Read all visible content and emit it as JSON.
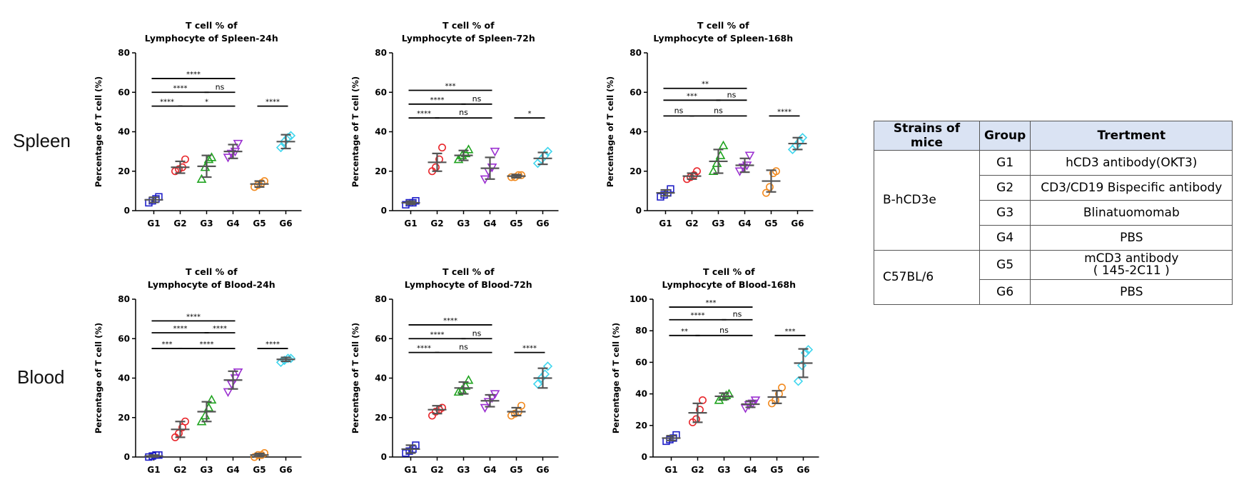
{
  "rows": {
    "spleen": "Spleen",
    "blood": "Blood"
  },
  "axis_label": "Percentage of T cell (%)",
  "group_colors": [
    "#1f1fc8",
    "#e8262b",
    "#1fa31f",
    "#9b30d0",
    "#f28a1f",
    "#3fd6ee"
  ],
  "chart_data": [
    {
      "type": "scatter",
      "title": [
        "T cell % of",
        "Lymphocyte of Spleen-24h"
      ],
      "ylabel": "Percentage of T cell (%)",
      "categories": [
        "G1",
        "G2",
        "G3",
        "G4",
        "G5",
        "G6"
      ],
      "ylim": [
        0,
        80
      ],
      "yticks": [
        0,
        20,
        40,
        60,
        80
      ],
      "markers": [
        "square",
        "circle",
        "triangle-up",
        "triangle-down",
        "circle",
        "diamond"
      ],
      "points": [
        [
          4,
          5,
          6,
          7
        ],
        [
          20,
          21,
          22,
          26
        ],
        [
          16,
          22,
          26,
          27
        ],
        [
          27,
          29,
          30,
          34
        ],
        [
          12,
          13,
          14,
          15
        ],
        [
          32,
          35,
          37,
          38
        ]
      ],
      "mean": [
        5.5,
        22,
        22.5,
        30,
        13.5,
        35
      ],
      "sd": [
        1.3,
        3,
        5.5,
        3.5,
        1.5,
        3.5
      ],
      "annotations": [
        {
          "from": "G1",
          "to": "G4",
          "level": 67,
          "label": "****"
        },
        {
          "from": "G1",
          "to": "G3",
          "level": 60,
          "label": "****"
        },
        {
          "from": "G3",
          "to": "G4",
          "level": 60,
          "label": "ns"
        },
        {
          "from": "G1",
          "to": "G2",
          "level": 53,
          "label": "****"
        },
        {
          "from": "G2",
          "to": "G4",
          "level": 53,
          "label": "*"
        },
        {
          "from": "G5",
          "to": "G6",
          "level": 53,
          "label": "****"
        }
      ]
    },
    {
      "type": "scatter",
      "title": [
        "T cell % of",
        "Lymphocyte of Spleen-72h"
      ],
      "ylabel": "Percentage of T cell (%)",
      "categories": [
        "G1",
        "G2",
        "G3",
        "G4",
        "G5",
        "G6"
      ],
      "ylim": [
        0,
        80
      ],
      "yticks": [
        0,
        20,
        40,
        60,
        80
      ],
      "markers": [
        "square",
        "circle",
        "triangle-up",
        "triangle-down",
        "circle",
        "diamond"
      ],
      "points": [
        [
          3,
          4,
          4,
          5
        ],
        [
          20,
          22,
          26,
          32
        ],
        [
          26,
          28,
          29,
          31
        ],
        [
          16,
          20,
          22,
          30
        ],
        [
          17,
          17,
          18,
          18
        ],
        [
          24,
          26,
          28,
          30
        ]
      ],
      "mean": [
        4,
        24.5,
        28,
        21.5,
        17.5,
        26.5
      ],
      "sd": [
        0.8,
        4.5,
        2.5,
        5.5,
        0.8,
        3
      ],
      "annotations": [
        {
          "from": "G1",
          "to": "G4",
          "level": 61,
          "label": "***"
        },
        {
          "from": "G1",
          "to": "G3",
          "level": 54,
          "label": "****"
        },
        {
          "from": "G3",
          "to": "G4",
          "level": 54,
          "label": "ns"
        },
        {
          "from": "G1",
          "to": "G2",
          "level": 47,
          "label": "****"
        },
        {
          "from": "G2",
          "to": "G4",
          "level": 47,
          "label": "ns"
        },
        {
          "from": "G5",
          "to": "G6",
          "level": 47,
          "label": "*"
        }
      ]
    },
    {
      "type": "scatter",
      "title": [
        "T cell % of",
        "Lymphocyte of Spleen-168h"
      ],
      "ylabel": "Percentage of T cell (%)",
      "categories": [
        "G1",
        "G2",
        "G3",
        "G4",
        "G5",
        "G6"
      ],
      "ylim": [
        0,
        80
      ],
      "yticks": [
        0,
        20,
        40,
        60,
        80
      ],
      "markers": [
        "square",
        "circle",
        "triangle-up",
        "triangle-down",
        "circle",
        "diamond"
      ],
      "points": [
        [
          7,
          8,
          9,
          11
        ],
        [
          16,
          17,
          18,
          20
        ],
        [
          20,
          24,
          28,
          33
        ],
        [
          20,
          22,
          23,
          28
        ],
        [
          9,
          12,
          19,
          20
        ],
        [
          31,
          33,
          35,
          37
        ]
      ],
      "mean": [
        9,
        17.5,
        25,
        23,
        15,
        34
      ],
      "sd": [
        1.5,
        1.5,
        6,
        3.5,
        5.5,
        3
      ],
      "annotations": [
        {
          "from": "G1",
          "to": "G4",
          "level": 62,
          "label": "**"
        },
        {
          "from": "G1",
          "to": "G3",
          "level": 56,
          "label": "***"
        },
        {
          "from": "G3",
          "to": "G4",
          "level": 56,
          "label": "ns"
        },
        {
          "from": "G1",
          "to": "G2",
          "level": 48,
          "label": "ns"
        },
        {
          "from": "G2",
          "to": "G4",
          "level": 48,
          "label": "ns"
        },
        {
          "from": "G5",
          "to": "G6",
          "level": 48,
          "label": "****"
        }
      ]
    },
    {
      "type": "scatter",
      "title": [
        "T cell % of",
        "Lymphocyte of Blood-24h"
      ],
      "ylabel": "Percentage of T cell (%)",
      "categories": [
        "G1",
        "G2",
        "G3",
        "G4",
        "G5",
        "G6"
      ],
      "ylim": [
        0,
        80
      ],
      "yticks": [
        0,
        20,
        40,
        60,
        80
      ],
      "markers": [
        "square",
        "circle",
        "triangle-up",
        "triangle-down",
        "circle",
        "diamond"
      ],
      "points": [
        [
          0,
          0.5,
          1,
          1
        ],
        [
          10,
          12,
          15,
          18
        ],
        [
          18,
          21,
          25,
          29
        ],
        [
          33,
          37,
          40,
          43
        ],
        [
          0,
          1,
          1,
          2
        ],
        [
          48,
          49,
          50,
          50
        ]
      ],
      "mean": [
        0.5,
        14,
        23,
        39,
        1,
        49.5
      ],
      "sd": [
        0.5,
        4,
        5,
        4.5,
        0.8,
        1
      ],
      "annotations": [
        {
          "from": "G1",
          "to": "G4",
          "level": 69,
          "label": "****"
        },
        {
          "from": "G1",
          "to": "G3",
          "level": 63,
          "label": "****"
        },
        {
          "from": "G3",
          "to": "G4",
          "level": 63,
          "label": "****"
        },
        {
          "from": "G1",
          "to": "G2",
          "level": 55,
          "label": "***"
        },
        {
          "from": "G2",
          "to": "G4",
          "level": 55,
          "label": "****"
        },
        {
          "from": "G5",
          "to": "G6",
          "level": 55,
          "label": "****"
        }
      ]
    },
    {
      "type": "scatter",
      "title": [
        "T cell % of",
        "Lymphocyte of Blood-72h"
      ],
      "ylabel": "Percentage of T cell (%)",
      "categories": [
        "G1",
        "G2",
        "G3",
        "G4",
        "G5",
        "G6"
      ],
      "ylim": [
        0,
        80
      ],
      "yticks": [
        0,
        20,
        40,
        60,
        80
      ],
      "markers": [
        "square",
        "circle",
        "triangle-up",
        "triangle-down",
        "circle",
        "diamond"
      ],
      "points": [
        [
          2,
          3,
          4,
          6
        ],
        [
          21,
          23,
          24,
          25
        ],
        [
          33,
          34,
          36,
          39
        ],
        [
          25,
          28,
          30,
          32
        ],
        [
          21,
          22,
          23,
          26
        ],
        [
          37,
          40,
          42,
          46
        ]
      ],
      "mean": [
        4,
        24,
        35,
        28.5,
        23,
        40
      ],
      "sd": [
        2,
        2,
        3,
        3,
        2,
        5
      ],
      "annotations": [
        {
          "from": "G1",
          "to": "G4",
          "level": 67,
          "label": "****"
        },
        {
          "from": "G1",
          "to": "G3",
          "level": 60,
          "label": "****"
        },
        {
          "from": "G3",
          "to": "G4",
          "level": 60,
          "label": "ns"
        },
        {
          "from": "G1",
          "to": "G2",
          "level": 53,
          "label": "****"
        },
        {
          "from": "G2",
          "to": "G4",
          "level": 53,
          "label": "ns"
        },
        {
          "from": "G5",
          "to": "G6",
          "level": 53,
          "label": "****"
        }
      ]
    },
    {
      "type": "scatter",
      "title": [
        "T cell % of",
        "Lymphocyte of Blood-168h"
      ],
      "ylabel": "Percentage of T cell (%)",
      "categories": [
        "G1",
        "G2",
        "G3",
        "G4",
        "G5",
        "G6"
      ],
      "ylim": [
        0,
        100
      ],
      "yticks": [
        0,
        20,
        40,
        60,
        80,
        100
      ],
      "markers": [
        "square",
        "circle",
        "triangle-up",
        "triangle-down",
        "circle",
        "diamond"
      ],
      "points": [
        [
          10,
          11,
          12,
          14
        ],
        [
          22,
          24,
          30,
          36
        ],
        [
          36,
          38,
          39,
          40
        ],
        [
          31,
          33,
          34,
          36
        ],
        [
          34,
          36,
          40,
          44
        ],
        [
          48,
          58,
          66,
          68
        ]
      ],
      "mean": [
        12,
        28,
        38.5,
        33.5,
        38,
        59.5
      ],
      "sd": [
        1.5,
        6,
        2,
        2,
        4,
        9
      ],
      "annotations": [
        {
          "from": "G1",
          "to": "G4",
          "level": 95,
          "label": "***"
        },
        {
          "from": "G1",
          "to": "G3",
          "level": 87,
          "label": "****"
        },
        {
          "from": "G3",
          "to": "G4",
          "level": 87,
          "label": "ns"
        },
        {
          "from": "G1",
          "to": "G2",
          "level": 77,
          "label": "**"
        },
        {
          "from": "G2",
          "to": "G4",
          "level": 77,
          "label": "ns"
        },
        {
          "from": "G5",
          "to": "G6",
          "level": 77,
          "label": "***"
        }
      ]
    }
  ],
  "table": {
    "headers": [
      "Strains of mice",
      "Group",
      "Trertment"
    ],
    "strains": [
      {
        "name": "B-hCD3e",
        "rows": [
          {
            "group": "G1",
            "treatment": [
              "hCD3 antibody(OKT3)"
            ]
          },
          {
            "group": "G2",
            "treatment": [
              "CD3/CD19 Bispecific antibody"
            ]
          },
          {
            "group": "G3",
            "treatment": [
              "Blinatuomomab"
            ]
          },
          {
            "group": "G4",
            "treatment": [
              "PBS"
            ]
          }
        ]
      },
      {
        "name": "C57BL/6",
        "rows": [
          {
            "group": "G5",
            "treatment": [
              "mCD3 antibody",
              "( 145-2C11 )"
            ]
          },
          {
            "group": "G6",
            "treatment": [
              "PBS"
            ]
          }
        ]
      }
    ]
  }
}
